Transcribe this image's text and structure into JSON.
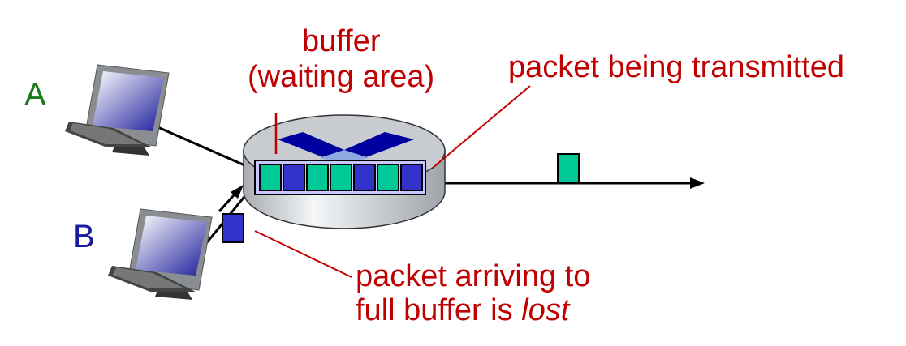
{
  "labels": {
    "host_a": "A",
    "host_b": "B",
    "buffer_line1": "buffer",
    "buffer_line2": "(waiting area)",
    "transmitting": "packet being transmitted",
    "lost_line1": "packet arriving to",
    "lost_line2_prefix": "full buffer is ",
    "lost_line2_emph": "lost"
  },
  "colors": {
    "annotation": "#c00000",
    "host_a": "#1a7a1a",
    "host_b": "#1a1aa0",
    "packet_green": "#00c896",
    "packet_blue": "#3333cc",
    "router_top": "#c8ccd0",
    "router_arrow": "#0000a0"
  },
  "buffer_queue": [
    "green",
    "blue",
    "green",
    "green",
    "blue",
    "green",
    "blue"
  ],
  "in_flight_packet": "green",
  "lost_packet": "blue"
}
